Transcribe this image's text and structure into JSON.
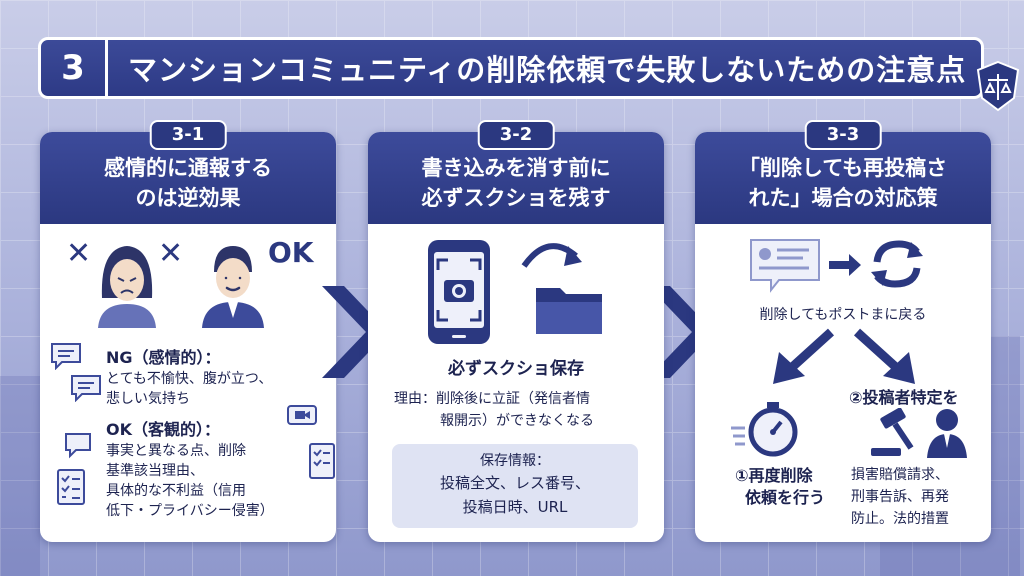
{
  "header": {
    "number": "3",
    "title": "マンションコミュニティの削除依頼で失敗しないための注意点"
  },
  "cards": [
    {
      "badge": "3-1",
      "title_lines": [
        "感情的に通報する",
        "のは逆効果"
      ],
      "ng_mark": "✕",
      "ok_mark": "OK",
      "ng_heading": "NG（感情的）：",
      "ng_text": [
        "とても不愉快、腹が立つ、",
        "悲しい気持ち"
      ],
      "ok_heading": "OK（客観的）：",
      "ok_text": [
        "事実と異なる点、削除",
        "基準該当理由、",
        "具体的な不利益（信用",
        "低下・プライバシー侵害）"
      ]
    },
    {
      "badge": "3-2",
      "title_lines": [
        "書き込みを消す前に",
        "必ずスクショを残す"
      ],
      "caption": "必ずスクショ保存",
      "reason": [
        "理由：削除後に立証（発信者情",
        "報開示）ができなくなる"
      ],
      "info_title": "保存情報：",
      "info_lines": [
        "投稿全文、レス番号、",
        "投稿日時、URL"
      ]
    },
    {
      "badge": "3-3",
      "title_lines": [
        "「削除しても再投稿さ",
        "れた」場合の対応策"
      ],
      "flow_caption": "削除してもポストまに戻る",
      "option1": [
        "①再度削除",
        "依頼を行う"
      ],
      "option2_heading": "②投稿者特定を",
      "option2_text": [
        "損害賠償請求、",
        "刑事告訴、再発",
        "防止。法的措置"
      ]
    }
  ],
  "colors": {
    "navy": "#2b3880",
    "card_bg": "#ffffff",
    "info_bg": "#dfe3f3",
    "page_bg": "#aab1db"
  },
  "icons": [
    "logo-emblem-icon",
    "chat-bubble-icon",
    "checklist-icon",
    "video-icon",
    "cross-icon",
    "worried-woman-icon",
    "calm-man-icon",
    "smartphone-camera-icon",
    "curved-arrow-icon",
    "folder-icon",
    "document-icon",
    "refresh-icon",
    "stopwatch-icon",
    "gavel-icon",
    "businessman-icon",
    "chevron-arrow-icon"
  ]
}
